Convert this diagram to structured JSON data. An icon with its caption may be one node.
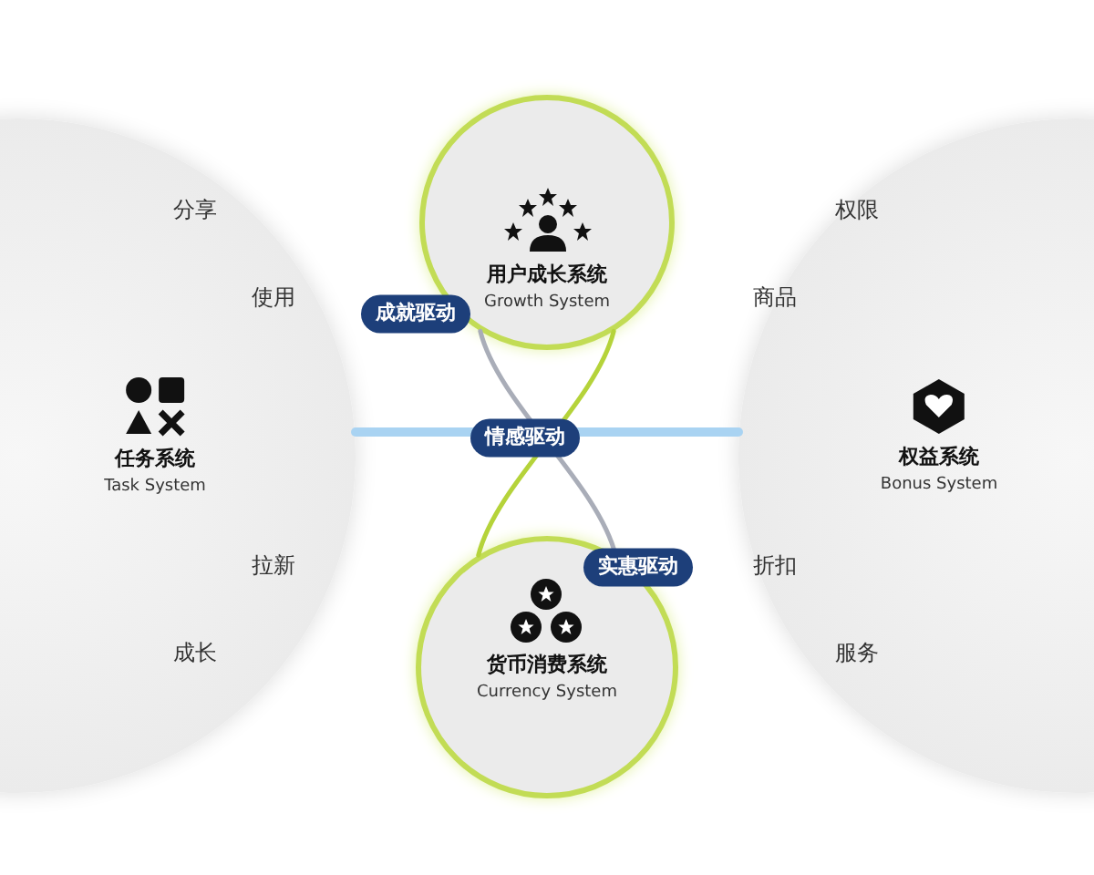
{
  "diagram": {
    "nodes": [
      {
        "text": [
          "任务系统",
          "Task System"
        ]
      },
      {
        "text": [
          "用户成长系统",
          "Growth System"
        ]
      },
      {
        "text": [
          "权益系统",
          "Bonus System"
        ]
      },
      {
        "text": [
          "货币消费系统",
          "Currency System"
        ]
      }
    ],
    "edges": [
      {
        "from": 0,
        "to": 2,
        "arrow": "none",
        "label": "情感驱动",
        "style": "thick",
        "color": "#a9d3f2"
      },
      {
        "from": 1,
        "to": 3,
        "arrow": "none",
        "color": "#b5d33a"
      },
      {
        "from": 1,
        "to": 3,
        "arrow": "none",
        "color": "#a9adb8"
      }
    ],
    "labels": [
      "分享",
      "权限",
      "使用",
      "商品",
      "成就驱动",
      "拉新",
      "实惠驱动",
      "折扣",
      "成长",
      "服务"
    ]
  }
}
